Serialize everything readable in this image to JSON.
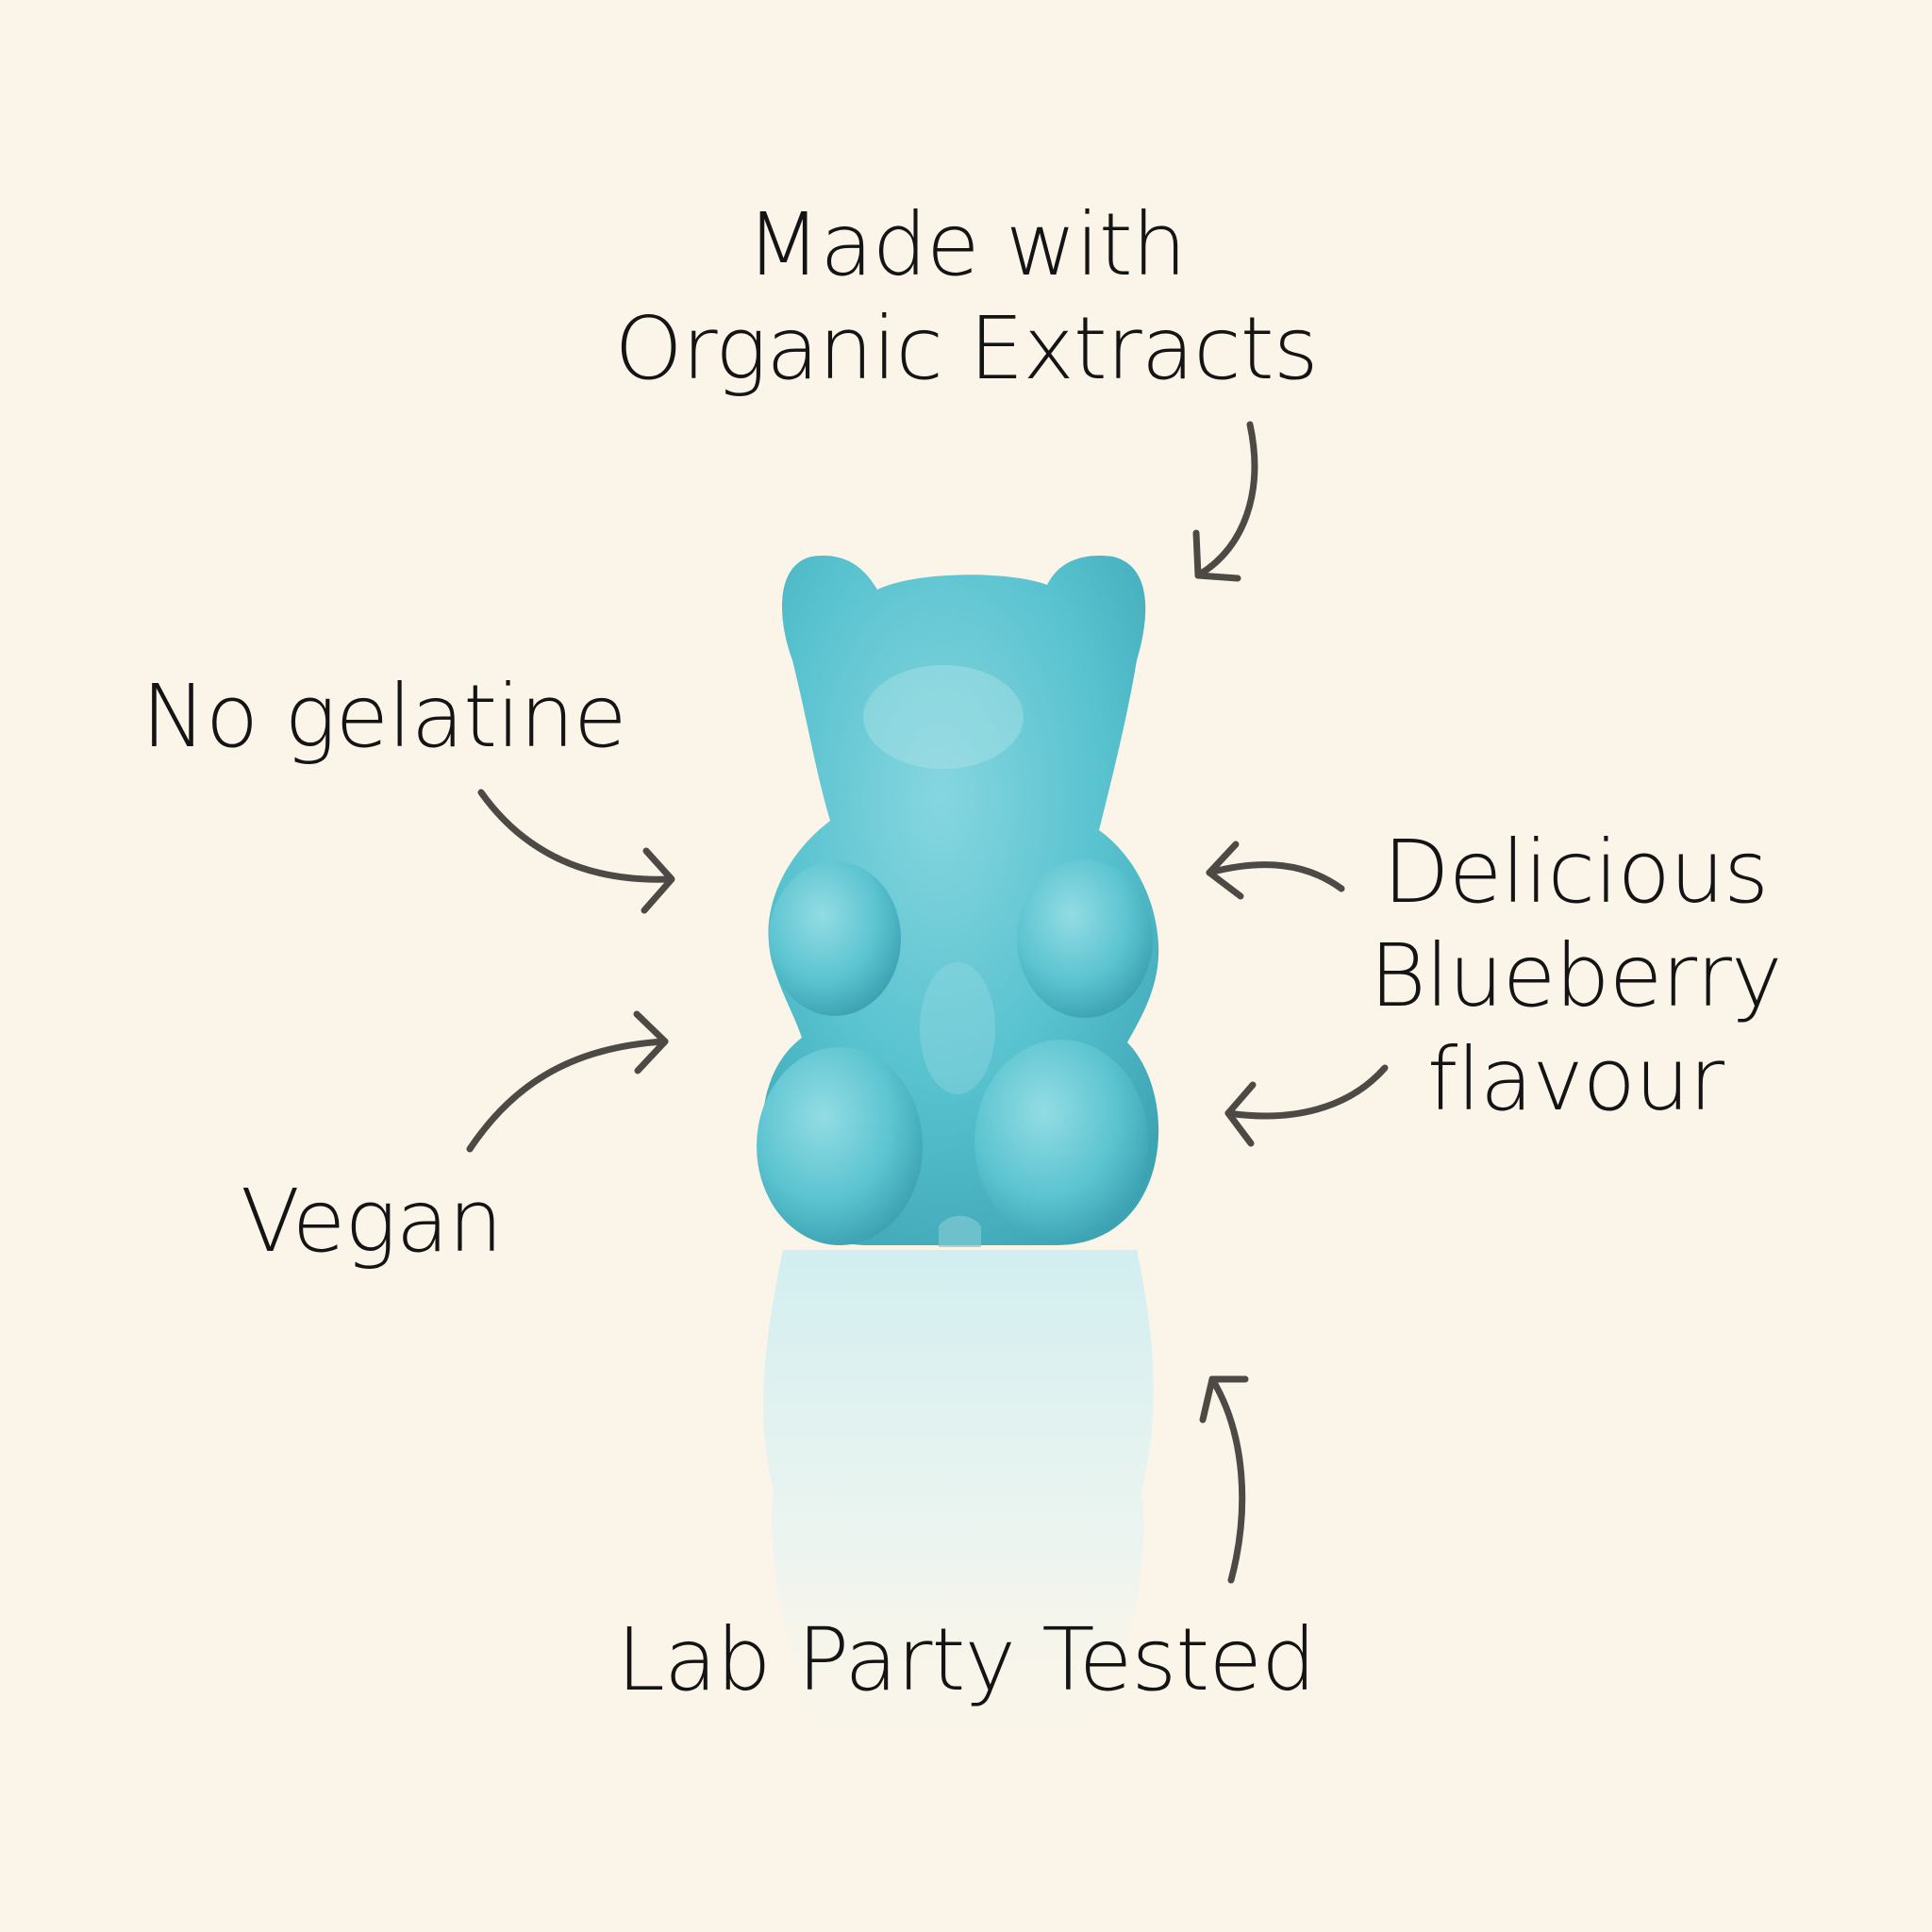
{
  "labels": {
    "organic": [
      "Made with",
      "Organic Extracts"
    ],
    "gelatine": [
      "No gelatine"
    ],
    "blueberry": [
      "Delicious",
      "Blueberry",
      "flavour"
    ],
    "vegan": [
      "Vegan"
    ],
    "lab": [
      "Lab Party Tested"
    ]
  },
  "colors": {
    "background": "#fbf5e9",
    "bear": "#58c2cf",
    "bear_shadow": "#3fa7b6",
    "bear_highlight": "#a7e3ea",
    "reflection": "#d6eef0",
    "arrow": "#4d4a45",
    "text": "#141414"
  },
  "icons": [
    "gummy-bear",
    "curved-arrow"
  ]
}
